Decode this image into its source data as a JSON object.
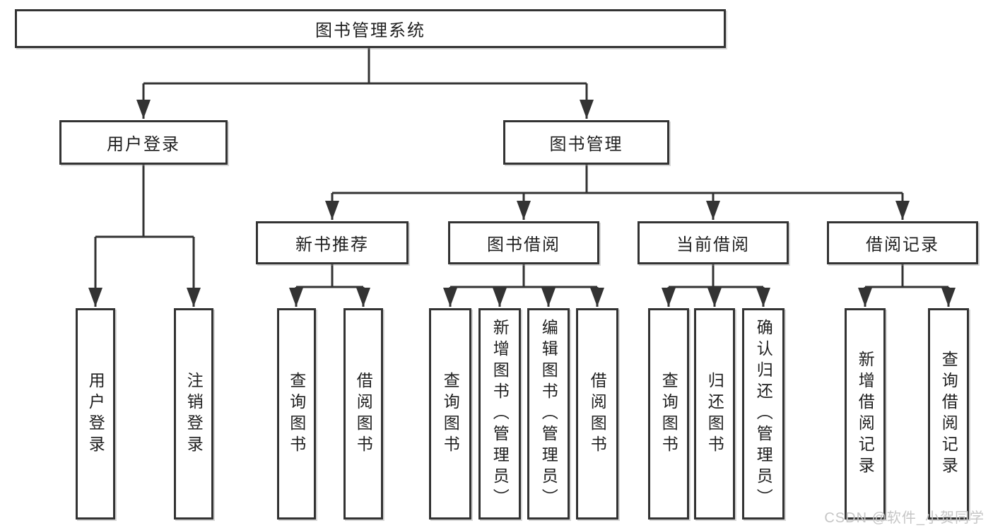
{
  "colors": {
    "background": "#ffffff",
    "line": "#333333",
    "text": "#1f1f1f",
    "watermark": "#c6c6c6"
  },
  "tree": {
    "label": "图书管理系统",
    "children": [
      {
        "label": "用户登录",
        "children": [
          {
            "label": "用户登录"
          },
          {
            "label": "注销登录"
          }
        ]
      },
      {
        "label": "图书管理",
        "children": [
          {
            "label": "新书推荐",
            "children": [
              {
                "label": "查询图书"
              },
              {
                "label": "借阅图书"
              }
            ]
          },
          {
            "label": "图书借阅",
            "children": [
              {
                "label": "查询图书"
              },
              {
                "label": "新增图书（管理员）"
              },
              {
                "label": "编辑图书（管理员）"
              },
              {
                "label": "借阅图书"
              }
            ]
          },
          {
            "label": "当前借阅",
            "children": [
              {
                "label": "查询图书"
              },
              {
                "label": "归还图书"
              },
              {
                "label": "确认归还（管理员）"
              }
            ]
          },
          {
            "label": "借阅记录",
            "children": [
              {
                "label": "新增借阅记录"
              },
              {
                "label": "查询借阅记录"
              }
            ]
          }
        ]
      }
    ]
  },
  "watermark": {
    "text": "CSDN @软件_小贺同学"
  }
}
